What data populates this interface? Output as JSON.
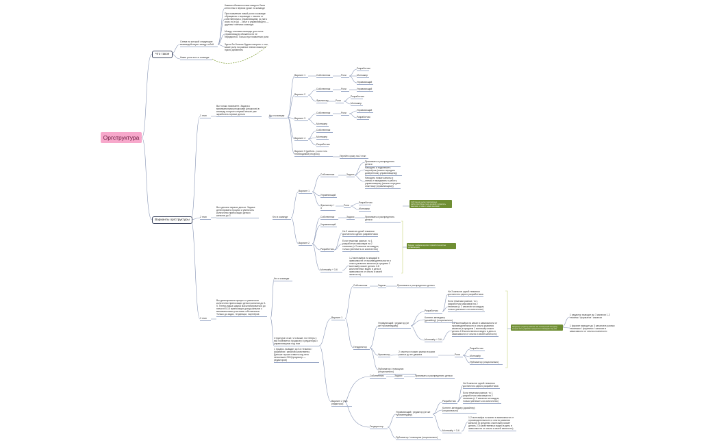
{
  "root": "Оргструктура",
  "branch_chto": {
    "title": "Что такое",
    "n_skhema": "Схема на которой следующие взаимодействуют между собой",
    "n_kakie_roli": "Какие роли есть в команде",
    "n_z1": "Какими обязанностями каждого были отнесены в первом уроке по команде",
    "n_z2": "При появлении новой роли в команде обращаюсь к пирамиде с начала от собственника к управляющему (а уже к кому-то) в (у) ... опыт и управляющего — другими членами команды",
    "n_z3": "Между членами команды для счета управляющую обязанности не передаются. Только при появлении роли",
    "n_z4": "Здесь бы больше будем говорить о том, какие роли на разных этапах можно и нужно добавлять"
  },
  "branch_var": {
    "title": "Варианты оргструктуры",
    "e1": {
      "label": "1 этап",
      "desc": "Вы только начинаете. Задача с минимальными ресурсами (ресурсов) в команду получить первый кешан уже заработать первые деньги",
      "kto": "Кто в команде",
      "v1": "Вариант 1",
      "v2": "Вариант 2",
      "v3": "Вариант 3",
      "v4": "Вариант 4",
      "v5": "Вариант 5 (действ. у кого есть необходимые ресурсы)",
      "sob": "Собственник",
      "roli": "Роли",
      "razrab": "Разработчик",
      "montazh": "Монтажер",
      "uprav": "Управляющий",
      "frilanser": "Фрилансер",
      "pererabot": "Перейти сразу на 2 этап"
    },
    "e2": {
      "label": "2 этап",
      "desc": "Вы сделали первые деньги. Задача делегировать процесс и увеличить количество приносящих деньги каналов до 3",
      "kto": "Кто в команде",
      "v1": "Вариант 1",
      "v2": "Вариант 2",
      "sob": "Собственник",
      "zadachi": "Задачи",
      "z1": "Принимать и распределять деньги",
      "z2": "Находить и подключить партнёров (можно передать доверенному управляющему)",
      "z3": "Находить новые каналы и схемы и передавать в работу управляющему (можно передать опытному управляющему)",
      "uprav": "Управляющий",
      "frilanser": "Фрилансер + 3",
      "roli": "Роли",
      "razrab": "Разработчик",
      "montazh": "Монтажер",
      "z4": "Принимать и распределять деньги",
      "r1": "На 3 каналов одной тематики достаточно одного разработчика",
      "r2": "Если тематики разные, то 1 разработчик максимум на 2 тематики (с 2 каналов на каждую, только увеличить их количество)",
      "m1": "1-2 монтажёра на каждый в зависимости от производительности и опыта развития каналов (в среднем 1 монтажёр может делать 2-8 качественных видео в день в зависимости от опыта и своей занятости)",
      "montazh_n": "Монтажёр + 3-6",
      "gn1": "Собственник делает максимально работоспособную схему деловой и управлять каналами, а также с новым каналами",
      "gn2": "Вариант с наймом на роли с прямой отчетностью управляющему"
    },
    "e3": {
      "label": "3 этап",
      "desc": "Вы делегировали процесс и увеличили количество приносящих деньги каналов до 3-5. Теперь ваша задача масштабироваться до пятых в 5-15 приносящих доход каналов с минимальными участием собственника. Только до задач, тенденции, партнёров",
      "kto": "Кто в команде",
      "struct": "Структура та же, что выше, но теперь у вас появляется продюсер и редакторы с управляющими под ним",
      "prod": "1 продюс. выводит до 5-6 тематик / форматов / каналов качественно. Дальше лучше ставить под него нескольких ОКУ(продюсер — редакторов)",
      "v1": "Вариант 1",
      "v2": "Вариант 2 (без редактора)",
      "sob": "Собственник",
      "zadachi": "Задачи",
      "z1": "Принимать и распределять деньги",
      "gen": "Гендиректор",
      "uprav_red": "Управляющий / редактор (он же тубоменеджер)",
      "razrab": "Разработчик",
      "r1": "На 3 каналов одной тематики достаточно одного разработчика",
      "r2": "Если тематики разные, то 1 разработчик максимум на 2 тематики (с 2 каналов на каждую, только увеличить их количество)",
      "kontent": "Контент-менеджер (дизайнер) (опционально)",
      "montazh_n": "Монтажёр + 3-6",
      "m1": "1-2 монтажёра на канал в зависимости от производительности и опыта развития каналов (в среднем 1 монтажёр может делать 2-8 качественных видео в день в зависимости от опыта и своей занятости)",
      "frilanser": "Фрилансер",
      "f1": "2 опытных в каких разных в каких разных до ее дюжина",
      "roli": "Роли",
      "razrab2": "Разработчик",
      "montazh2": "Монтажёр",
      "pub": "Публикатор (опционально)",
      "pub_pom": "Публикатор / помощник (опционально)",
      "red1": "1 редактор выводит до 3 каналов 1-2 тематик / форматов / каналов",
      "red2": "1 формат выводит до 3 каналов в разных тематиках / форматах / каналах в зависимости от опыта и занятости",
      "gn3": "Продюсер / редактор работает как полноценный менеджер, который лишь управляет процессом и командами под ним",
      "gen2": "Гендиректор",
      "uprav2": "Управляющий / редактор (он же тубоменеджер)",
      "razrab3": "Разработчик",
      "r3": "На 3 каналов одной тематики достаточно одного разработчика",
      "r4": "Если тематики разные, то 1 разработчик максимум на 2 тематики (с 2 каналов на каждую, только увеличить их количество)",
      "kontent2": "Контент-менеджер (дизайнер) (опционально)",
      "montazh3": "Монтажёр + 3-6",
      "m2": "1-2 монтажёра на канал в зависимости от производительности и опыта развития каналов (в среднем 1 монтажёр может делать 2-8 качественных видео в день в зависимости от опыта и своей занятости)",
      "pub2": "Публикатор / помощник (опционально)"
    }
  }
}
